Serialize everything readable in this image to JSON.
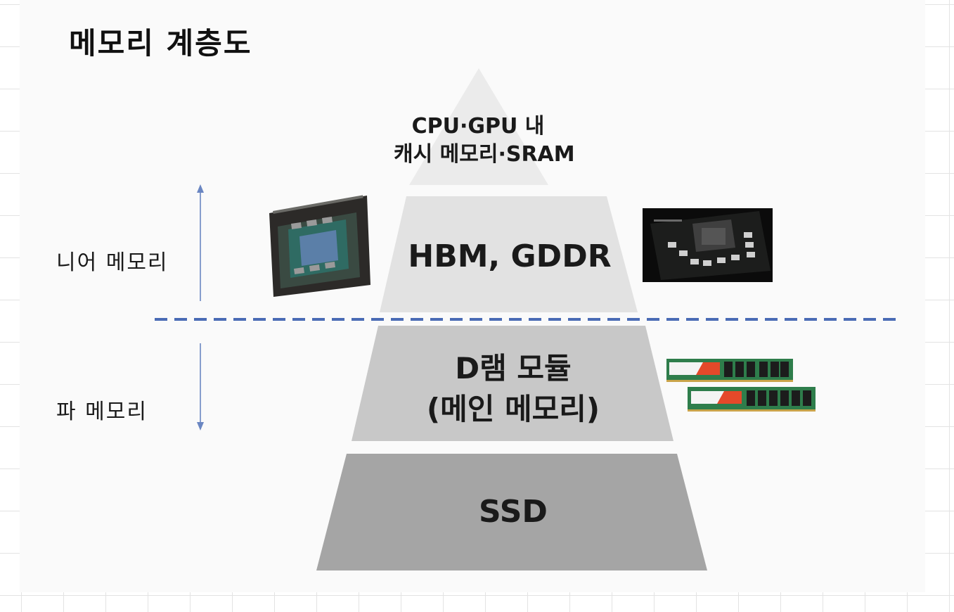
{
  "title": "메모리 계층도",
  "tiers": {
    "top": {
      "line1": "CPU·GPU 내",
      "line2": "캐시 메모리·SRAM",
      "fill": "#ebebeb"
    },
    "hbm": {
      "label": "HBM, GDDR",
      "fill": "#e2e2e2"
    },
    "dram": {
      "line1": "D램 모듈",
      "line2": "(메인 메모리)",
      "fill": "#c8c8c8"
    },
    "ssd": {
      "label": "SSD",
      "fill": "#a5a5a5"
    }
  },
  "sides": {
    "near": "니어 메모리",
    "far": "파 메모리"
  },
  "colors": {
    "divider": "#4a6bb5",
    "arrow": "#6a86c2"
  }
}
